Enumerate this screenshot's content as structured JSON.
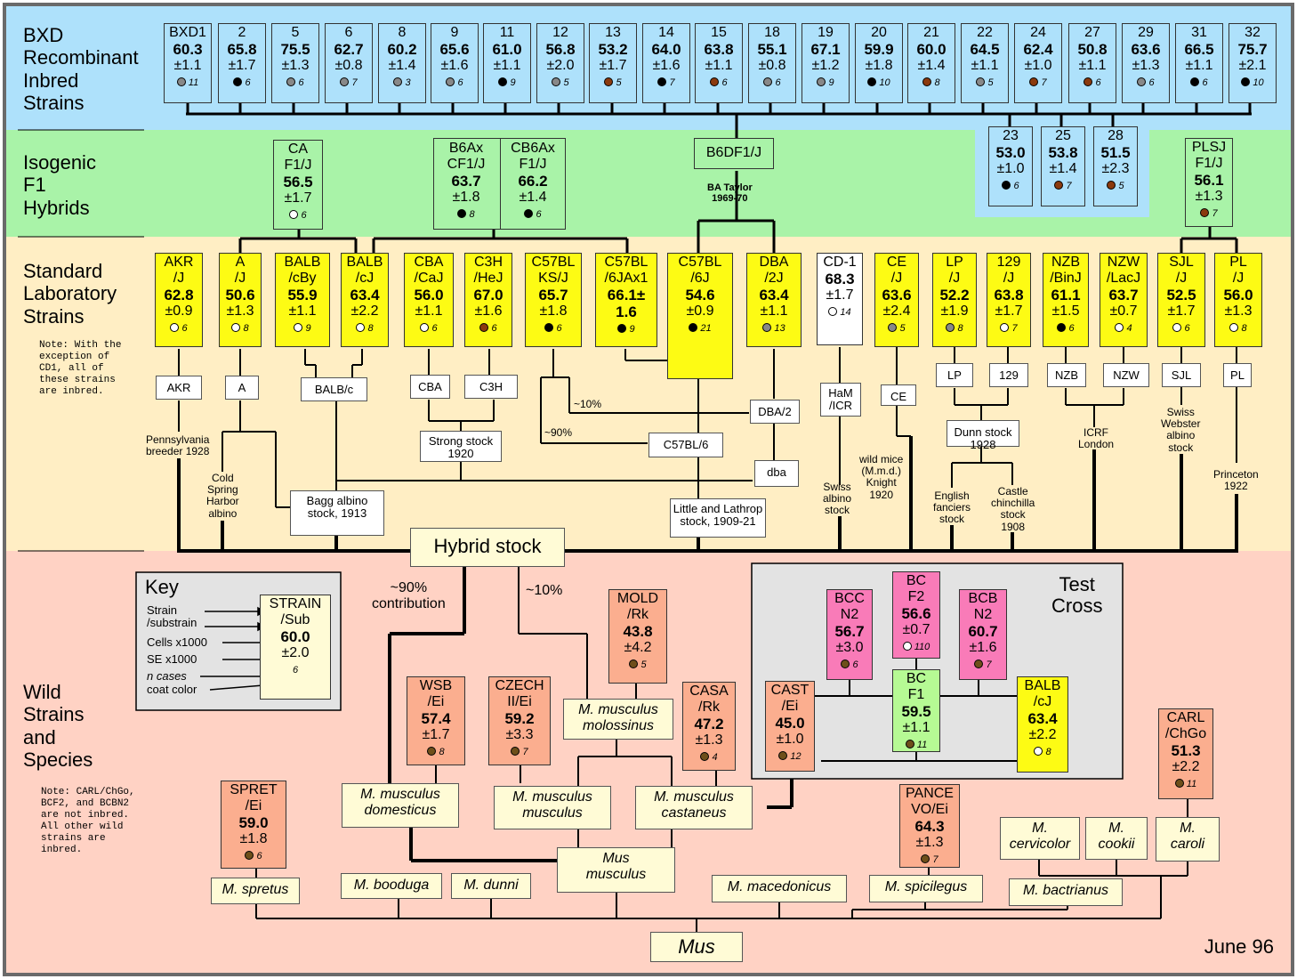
{
  "colors": {
    "bxd": "#aee1fb",
    "f1": "#a9f3a8",
    "std": "#ffeec4",
    "wild": "#ffd2c4",
    "black": "#000000",
    "grey": "#888888",
    "brown": "#8b3a0e",
    "agouti": "#6e4f1a",
    "white": "#ffffff"
  },
  "sections": {
    "bxd": "BXD\nRecombinant\nInbred\nStrains",
    "f1": "Isogenic\nF1\nHybrids",
    "std": "Standard\nLaboratory\nStrains",
    "wild": "Wild\nStrains\nand\nSpecies"
  },
  "notes": {
    "std": "Note: With the\nexception of\nCD1, all of\nthese strains\nare inbred.",
    "wild": "Note: CARL/ChGo,\nBCF2, and BCBN2\nare not inbred.\nAll other wild\nstrains are\ninbred."
  },
  "bxd": [
    {
      "t": "BXD1",
      "n": "60.3",
      "se": "±1.1",
      "c": "11",
      "col": "grey"
    },
    {
      "t": "2",
      "n": "65.8",
      "se": "±1.7",
      "c": "6",
      "col": "black"
    },
    {
      "t": "5",
      "n": "75.5",
      "se": "±1.3",
      "c": "6",
      "col": "grey"
    },
    {
      "t": "6",
      "n": "62.7",
      "se": "±0.8",
      "c": "7",
      "col": "grey"
    },
    {
      "t": "8",
      "n": "60.2",
      "se": "±1.4",
      "c": "3",
      "col": "grey"
    },
    {
      "t": "9",
      "n": "65.6",
      "se": "±1.6",
      "c": "6",
      "col": "grey"
    },
    {
      "t": "11",
      "n": "61.0",
      "se": "±1.1",
      "c": "9",
      "col": "black"
    },
    {
      "t": "12",
      "n": "56.8",
      "se": "±2.0",
      "c": "5",
      "col": "grey"
    },
    {
      "t": "13",
      "n": "53.2",
      "se": "±1.7",
      "c": "5",
      "col": "brown"
    },
    {
      "t": "14",
      "n": "64.0",
      "se": "±1.6",
      "c": "7",
      "col": "black"
    },
    {
      "t": "15",
      "n": "63.8",
      "se": "±1.1",
      "c": "6",
      "col": "brown"
    },
    {
      "t": "18",
      "n": "55.1",
      "se": "±0.8",
      "c": "6",
      "col": "grey"
    },
    {
      "t": "19",
      "n": "67.1",
      "se": "±1.2",
      "c": "9",
      "col": "grey"
    },
    {
      "t": "20",
      "n": "59.9",
      "se": "±1.8",
      "c": "10",
      "col": "black"
    },
    {
      "t": "21",
      "n": "60.0",
      "se": "±1.4",
      "c": "8",
      "col": "brown"
    },
    {
      "t": "22",
      "n": "64.5",
      "se": "±1.1",
      "c": "5",
      "col": "grey"
    },
    {
      "t": "24",
      "n": "62.4",
      "se": "±1.0",
      "c": "7",
      "col": "brown"
    },
    {
      "t": "27",
      "n": "50.8",
      "se": "±1.1",
      "c": "6",
      "col": "brown"
    },
    {
      "t": "29",
      "n": "63.6",
      "se": "±1.3",
      "c": "6",
      "col": "grey"
    },
    {
      "t": "31",
      "n": "66.5",
      "se": "±1.1",
      "c": "6",
      "col": "black"
    },
    {
      "t": "32",
      "n": "75.7",
      "se": "±2.1",
      "c": "10",
      "col": "black"
    }
  ],
  "bxd2": [
    {
      "t": "23",
      "n": "53.0",
      "se": "±1.0",
      "c": "6",
      "col": "black"
    },
    {
      "t": "25",
      "n": "53.8",
      "se": "±1.4",
      "c": "7",
      "col": "brown"
    },
    {
      "t": "28",
      "n": "51.5",
      "se": "±2.3",
      "c": "5",
      "col": "brown"
    }
  ],
  "f1": {
    "ca": {
      "t": "CA\nF1/J",
      "n": "56.5",
      "se": "±1.7",
      "c": "6",
      "col": "white"
    },
    "b6a": {
      "t": "B6Ax\nCF1/J",
      "n": "63.7",
      "se": "±1.8",
      "c": "8",
      "col": "black"
    },
    "cb6": {
      "t": "CB6Ax\nF1/J",
      "n": "66.2",
      "se": "±1.4",
      "c": "6",
      "col": "black"
    },
    "b6d": {
      "t": "B6DF1/J"
    },
    "plsj": {
      "t": "PLSJ\nF1/J",
      "n": "56.1",
      "se": "±1.3",
      "c": "7",
      "col": "brown"
    },
    "taylor": "BA Taylor\n1969-70"
  },
  "std": [
    {
      "t": "AKR\n/J",
      "n": "62.8",
      "se": "±0.9",
      "c": "6",
      "col": "white"
    },
    {
      "t": "A\n/J",
      "n": "50.6",
      "se": "±1.3",
      "c": "8",
      "col": "white"
    },
    {
      "t": "BALB\n/cBy",
      "n": "55.9",
      "se": "±1.1",
      "c": "9",
      "col": "white"
    },
    {
      "t": "BALB\n/cJ",
      "n": "63.4",
      "se": "±2.2",
      "c": "8",
      "col": "white"
    },
    {
      "t": "CBA\n/CaJ",
      "n": "56.0",
      "se": "±1.1",
      "c": "6",
      "col": "white"
    },
    {
      "t": "C3H\n/HeJ",
      "n": "67.0",
      "se": "±1.6",
      "c": "6",
      "col": "brown"
    },
    {
      "t": "C57BL\nKS/J",
      "n": "65.7",
      "se": "±1.8",
      "c": "6",
      "col": "black"
    },
    {
      "t": "C57BL\n/6JAx1",
      "n": "66.1±\n1.6",
      "se": "",
      "c": "9",
      "col": "black"
    },
    {
      "t": "C57BL\n/6J",
      "n": "54.6",
      "se": "±0.9",
      "c": "21",
      "col": "black"
    },
    {
      "t": "DBA\n/2J",
      "n": "63.4",
      "se": "±1.1",
      "c": "13",
      "col": "grey"
    },
    {
      "t": "CD-1",
      "n": "68.3",
      "se": "±1.7",
      "c": "14",
      "col": "white"
    },
    {
      "t": "CE\n/J",
      "n": "63.6",
      "se": "±2.4",
      "c": "5",
      "col": "grey"
    },
    {
      "t": "LP\n/J",
      "n": "52.2",
      "se": "±1.9",
      "c": "8",
      "col": "grey"
    },
    {
      "t": "129\n/J",
      "n": "63.8",
      "se": "±1.7",
      "c": "7",
      "col": "white"
    },
    {
      "t": "NZB\n/BinJ",
      "n": "61.1",
      "se": "±1.5",
      "c": "6",
      "col": "black"
    },
    {
      "t": "NZW\n/LacJ",
      "n": "63.7",
      "se": "±0.7",
      "c": "4",
      "col": "white"
    },
    {
      "t": "SJL\n/J",
      "n": "52.5",
      "se": "±1.7",
      "c": "6",
      "col": "white"
    },
    {
      "t": "PL\n/J",
      "n": "56.0",
      "se": "±1.3",
      "c": "8",
      "col": "white"
    }
  ],
  "sources": {
    "akr": "AKR",
    "a": "A",
    "balbc": "BALB/c",
    "cba": "CBA",
    "c3h": "C3H",
    "dba2": "DBA/2",
    "c57bl6": "C57BL/6",
    "dba": "dba",
    "ham": "HaM\n/ICR",
    "ce": "CE",
    "lp": "LP",
    "s129": "129",
    "nzb": "NZB",
    "nzw": "NZW",
    "sjl": "SJL",
    "pl": "PL",
    "strong": "Strong stock\n1920",
    "bagg": "Bagg albino\nstock, 1913",
    "lathrop": "Little and Lathrop\nstock, 1909-21",
    "dunn": "Dunn stock\n1928",
    "hybrid": "Hybrid stock"
  },
  "labels": {
    "penn": "Pennsylvania\nbreeder 1928",
    "cold": "Cold\nSpring\nHarbor\nalbino",
    "p10": "~10%",
    "p90": "~90%",
    "swiss": "Swiss\nalbino\nstock",
    "wildmice": "wild mice\n(M.m.d.)\nKnight\n1920",
    "english": "English\nfanciers\nstock",
    "castle": "Castle\nchinchilla\nstock\n1908",
    "icrf": "ICRF\nLondon",
    "webster": "Swiss\nWebster\nalbino\nstock",
    "princeton": "Princeton\n1922",
    "c90": "~90%\ncontribution",
    "c10": "~10%"
  },
  "key": {
    "title": "Key",
    "items": [
      "Strain\n/substrain",
      "Cells x1000",
      "SE x1000",
      "n cases",
      "coat color"
    ],
    "strain": "STRAIN\n/Sub",
    "n": "60.0",
    "se": "±2.0",
    "c": "6"
  },
  "test": {
    "title": "Test\nCross",
    "bcc": {
      "t": "BCC\nN2",
      "n": "56.7",
      "se": "±3.0",
      "c": "6"
    },
    "bcf2": {
      "t": "BC\nF2",
      "n": "56.6",
      "se": "±0.7",
      "c": "110"
    },
    "bcb": {
      "t": "BCB\nN2",
      "n": "60.7",
      "se": "±1.6",
      "c": "7"
    },
    "cast": {
      "t": "CAST\n/Ei",
      "n": "45.0",
      "se": "±1.0",
      "c": "12"
    },
    "bcf1": {
      "t": "BC\nF1",
      "n": "59.5",
      "se": "±1.1",
      "c": "11"
    },
    "balb": {
      "t": "BALB\n/cJ",
      "n": "63.4",
      "se": "±2.2",
      "c": "8"
    }
  },
  "wild": {
    "mold": {
      "t": "MOLD\n/Rk",
      "n": "43.8",
      "se": "±4.2",
      "c": "5"
    },
    "wsb": {
      "t": "WSB\n/Ei",
      "n": "57.4",
      "se": "±1.7",
      "c": "8"
    },
    "czech": {
      "t": "CZECH\nII/Ei",
      "n": "59.2",
      "se": "±3.3",
      "c": "7"
    },
    "casa": {
      "t": "CASA\n/Rk",
      "n": "47.2",
      "se": "±1.3",
      "c": "4"
    },
    "spret": {
      "t": "SPRET\n/Ei",
      "n": "59.0",
      "se": "±1.8",
      "c": "6"
    },
    "pance": {
      "t": "PANCE\nVO/Ei",
      "n": "64.3",
      "se": "±1.3",
      "c": "7"
    },
    "carl": {
      "t": "CARL\n/ChGo",
      "n": "51.3",
      "se": "±2.2",
      "c": "11"
    }
  },
  "species": {
    "molossinus": "M. musculus\nmolossinus",
    "domesticus": "M. musculus\ndomesticus",
    "musculus": "M. musculus\nmusculus",
    "castaneus": "M. musculus\ncastaneus",
    "spretus": "M. spretus",
    "booduga": "M. booduga",
    "dunni": "M. dunni",
    "musmusculus": "Mus\nmusculus",
    "macedonicus": "M. macedonicus",
    "spicilegus": "M. spicilegus",
    "bactrianus": "M. bactrianus",
    "cervicolor": "M.\ncervicolor",
    "cookii": "M.\ncookii",
    "caroli": "M.\ncaroli",
    "mus": "Mus"
  },
  "date": "June 96"
}
